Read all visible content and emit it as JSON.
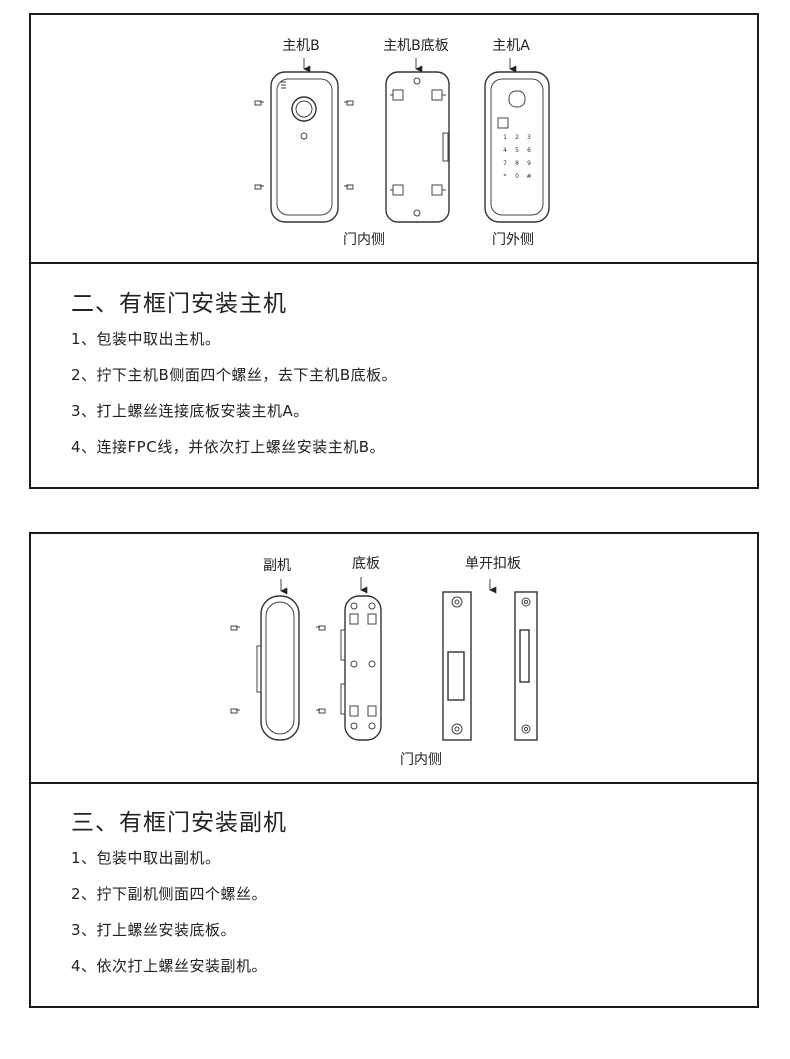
{
  "section1": {
    "labels": {
      "host_b": "主机B",
      "host_b_base": "主机B底板",
      "host_a": "主机A",
      "door_inside": "门内侧",
      "door_outside": "门外侧",
      "keypad": [
        "1",
        "2",
        "3",
        "4",
        "5",
        "6",
        "7",
        "8",
        "9",
        "*",
        "0",
        "#"
      ]
    },
    "title": "二、有框门安装主机",
    "steps": [
      "1、包装中取出主机。",
      "2、拧下主机B侧面四个螺丝，去下主机B底板。",
      "3、打上螺丝连接底板安装主机A。",
      "4、连接FPC线，并依次打上螺丝安装主机B。"
    ]
  },
  "section2": {
    "labels": {
      "sub_unit": "副机",
      "base_plate": "底板",
      "strike_plate": "单开扣板",
      "door_inside": "门内侧"
    },
    "title": "三、有框门安装副机",
    "steps": [
      "1、包装中取出副机。",
      "2、拧下副机侧面四个螺丝。",
      "3、打上螺丝安装底板。",
      "4、依次打上螺丝安装副机。"
    ]
  },
  "colors": {
    "border": "#1a1a1a",
    "text": "#222222",
    "line": "#333333"
  }
}
